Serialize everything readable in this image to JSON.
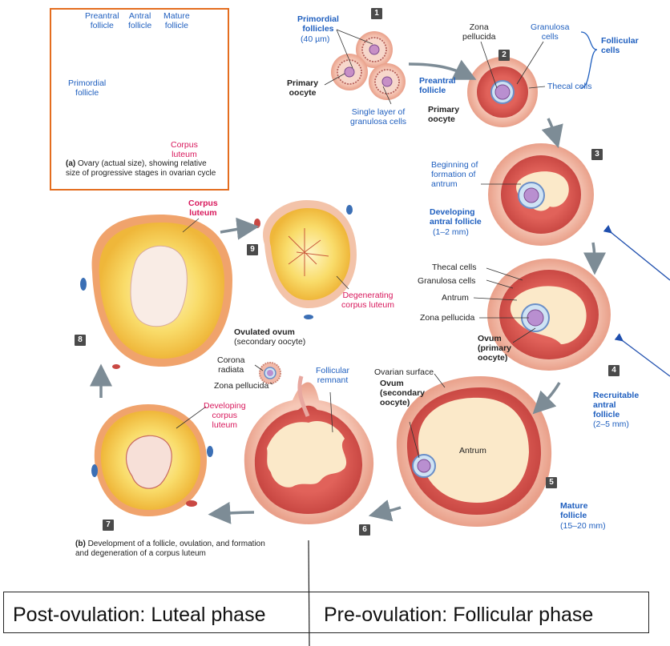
{
  "inset": {
    "labels": {
      "preantral": "Preantral\nfollicle",
      "antral": "Antral\nfollicle",
      "mature": "Mature\nfollicle",
      "primordial": "Primordial\nfollicle",
      "corpus": "Corpus\nluteum"
    },
    "caption_bold": "(a)",
    "caption": "Ovary (actual size), showing relative size of progressive stages in ovarian cycle"
  },
  "stages": {
    "n1": "1",
    "n2": "2",
    "n3": "3",
    "n4": "4",
    "n5": "5",
    "n6": "6",
    "n7": "7",
    "n8": "8",
    "n9": "9"
  },
  "labels": {
    "primordial_follicles": "Primordial\nfollicles",
    "primordial_size": "(40 µm)",
    "primary_oocyte_1": "Primary\noocyte",
    "single_layer": "Single layer of\ngranulosa cells",
    "zona_pellucida_2": "Zona\npellucida",
    "granulosa_cells_2": "Granulosa\ncells",
    "follicular_cells": "Follicular\ncells",
    "preantral_follicle": "Preantral\nfollicle",
    "thecal_cells_2": "Thecal cells",
    "primary_oocyte_2": "Primary\noocyte",
    "beginning_antrum": "Beginning of\nformation of\nantrum",
    "developing_antral": "Developing\nantral follicle",
    "developing_antral_size": "(1–2 mm)",
    "thecal_cells_4": "Thecal cells",
    "granulosa_cells_4": "Granulosa cells",
    "antrum_4": "Antrum",
    "zona_pellucida_4": "Zona pellucida",
    "ovum_primary": "Ovum\n(primary\noocyte)",
    "recruitable": "Recruitable\nantral\nfollicle",
    "recruitable_size": "(2–5 mm)",
    "ovarian_surface": "Ovarian surface",
    "ovum_secondary": "Ovum\n(secondary\noocyte)",
    "antrum_5": "Antrum",
    "mature_follicle": "Mature\nfollicle",
    "mature_size": "(15–20 mm)",
    "ovulated_ovum": "Ovulated ovum",
    "ovulated_sub": "(secondary oocyte)",
    "corona_radiata": "Corona\nradiata",
    "zona_pellucida_6": "Zona pellucida",
    "follicular_remnant": "Follicular\nremnant",
    "developing_corpus": "Developing\ncorpus\nluteum",
    "corpus_luteum_8": "Corpus\nluteum",
    "degenerating": "Degenerating\ncorpus luteum"
  },
  "caption_b_bold": "(b)",
  "caption_b": "Development of a follicle, ovulation, and formation\nand degeneration of a corpus luteum",
  "phases": {
    "luteal": "Post-ovulation: Luteal phase",
    "follicular": "Pre-ovulation: Follicular phase"
  },
  "colors": {
    "inset_border": "#e46d1f",
    "label_blue": "#1f5fbf",
    "label_pink": "#d8185c",
    "tissue_pink": "#f2b9a8",
    "granulosa_red": "#d9534f",
    "luteal_yellow": "#f7d45a",
    "arrow_gray": "#7d8c96"
  }
}
